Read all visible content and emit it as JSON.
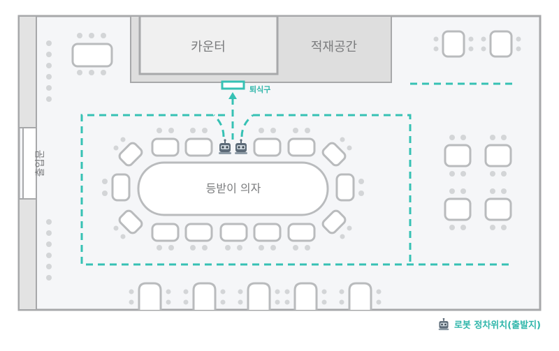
{
  "labels": {
    "counter": "카운터",
    "storage": "적재공간",
    "exit_return": "퇴식구",
    "entrance": "출입문",
    "central_table": "등받이 의자"
  },
  "legend": {
    "text": "로봇 정차위치(출발지)",
    "icon": "robot-icon"
  },
  "colors": {
    "floor": "#f5f6f8",
    "wall": "#a7a8aa",
    "wall_fill": "#e3e3e3",
    "furniture_stroke": "#b9bbbd",
    "route": "#36c1b4",
    "label_text": "#7a7b7d"
  }
}
